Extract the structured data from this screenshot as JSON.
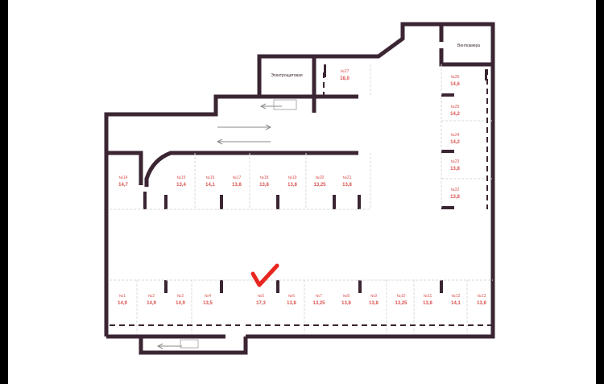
{
  "rooms": {
    "electrical": "Электрощитовая",
    "ventilation": "Венткамера"
  },
  "colors": {
    "wall": "#3b2533",
    "label": "#d9534f",
    "checkmark": "#e8261f"
  },
  "spaces": [
    {
      "id": "sp-1",
      "num": "№1",
      "area": "14,9"
    },
    {
      "id": "sp-2",
      "num": "№2",
      "area": "14,9"
    },
    {
      "id": "sp-3",
      "num": "№3",
      "area": "14,9"
    },
    {
      "id": "sp-4",
      "num": "№4",
      "area": "13,5"
    },
    {
      "id": "sp-5",
      "num": "№5",
      "area": "17,3"
    },
    {
      "id": "sp-6",
      "num": "№6",
      "area": "13,8"
    },
    {
      "id": "sp-7",
      "num": "№7",
      "area": "13,25"
    },
    {
      "id": "sp-8",
      "num": "№8",
      "area": "13,8"
    },
    {
      "id": "sp-9",
      "num": "№9",
      "area": "13,8"
    },
    {
      "id": "sp-10",
      "num": "№10",
      "area": "13,25"
    },
    {
      "id": "sp-11",
      "num": "№11",
      "area": "13,8"
    },
    {
      "id": "sp-12",
      "num": "№12",
      "area": "14,1"
    },
    {
      "id": "sp-13",
      "num": "№13",
      "area": "13,8"
    },
    {
      "id": "sp-14",
      "num": "№14",
      "area": "14,7"
    },
    {
      "id": "sp-15",
      "num": "№15",
      "area": "13,4"
    },
    {
      "id": "sp-16",
      "num": "№16",
      "area": "14,1"
    },
    {
      "id": "sp-17",
      "num": "№17",
      "area": "13,8"
    },
    {
      "id": "sp-18",
      "num": "№18",
      "area": "13,8"
    },
    {
      "id": "sp-19",
      "num": "№19",
      "area": "13,8"
    },
    {
      "id": "sp-20",
      "num": "№20",
      "area": "13,25"
    },
    {
      "id": "sp-21",
      "num": "№21",
      "area": "13,8"
    },
    {
      "id": "sp-22",
      "num": "№22",
      "area": "13,8"
    },
    {
      "id": "sp-23",
      "num": "№23",
      "area": "13,8"
    },
    {
      "id": "sp-24",
      "num": "№24",
      "area": "14,2"
    },
    {
      "id": "sp-25",
      "num": "№25",
      "area": "14,2"
    },
    {
      "id": "sp-26",
      "num": "№26",
      "area": "14,6"
    },
    {
      "id": "sp-27",
      "num": "№27",
      "area": "18,0"
    }
  ],
  "selected_space": "№5"
}
